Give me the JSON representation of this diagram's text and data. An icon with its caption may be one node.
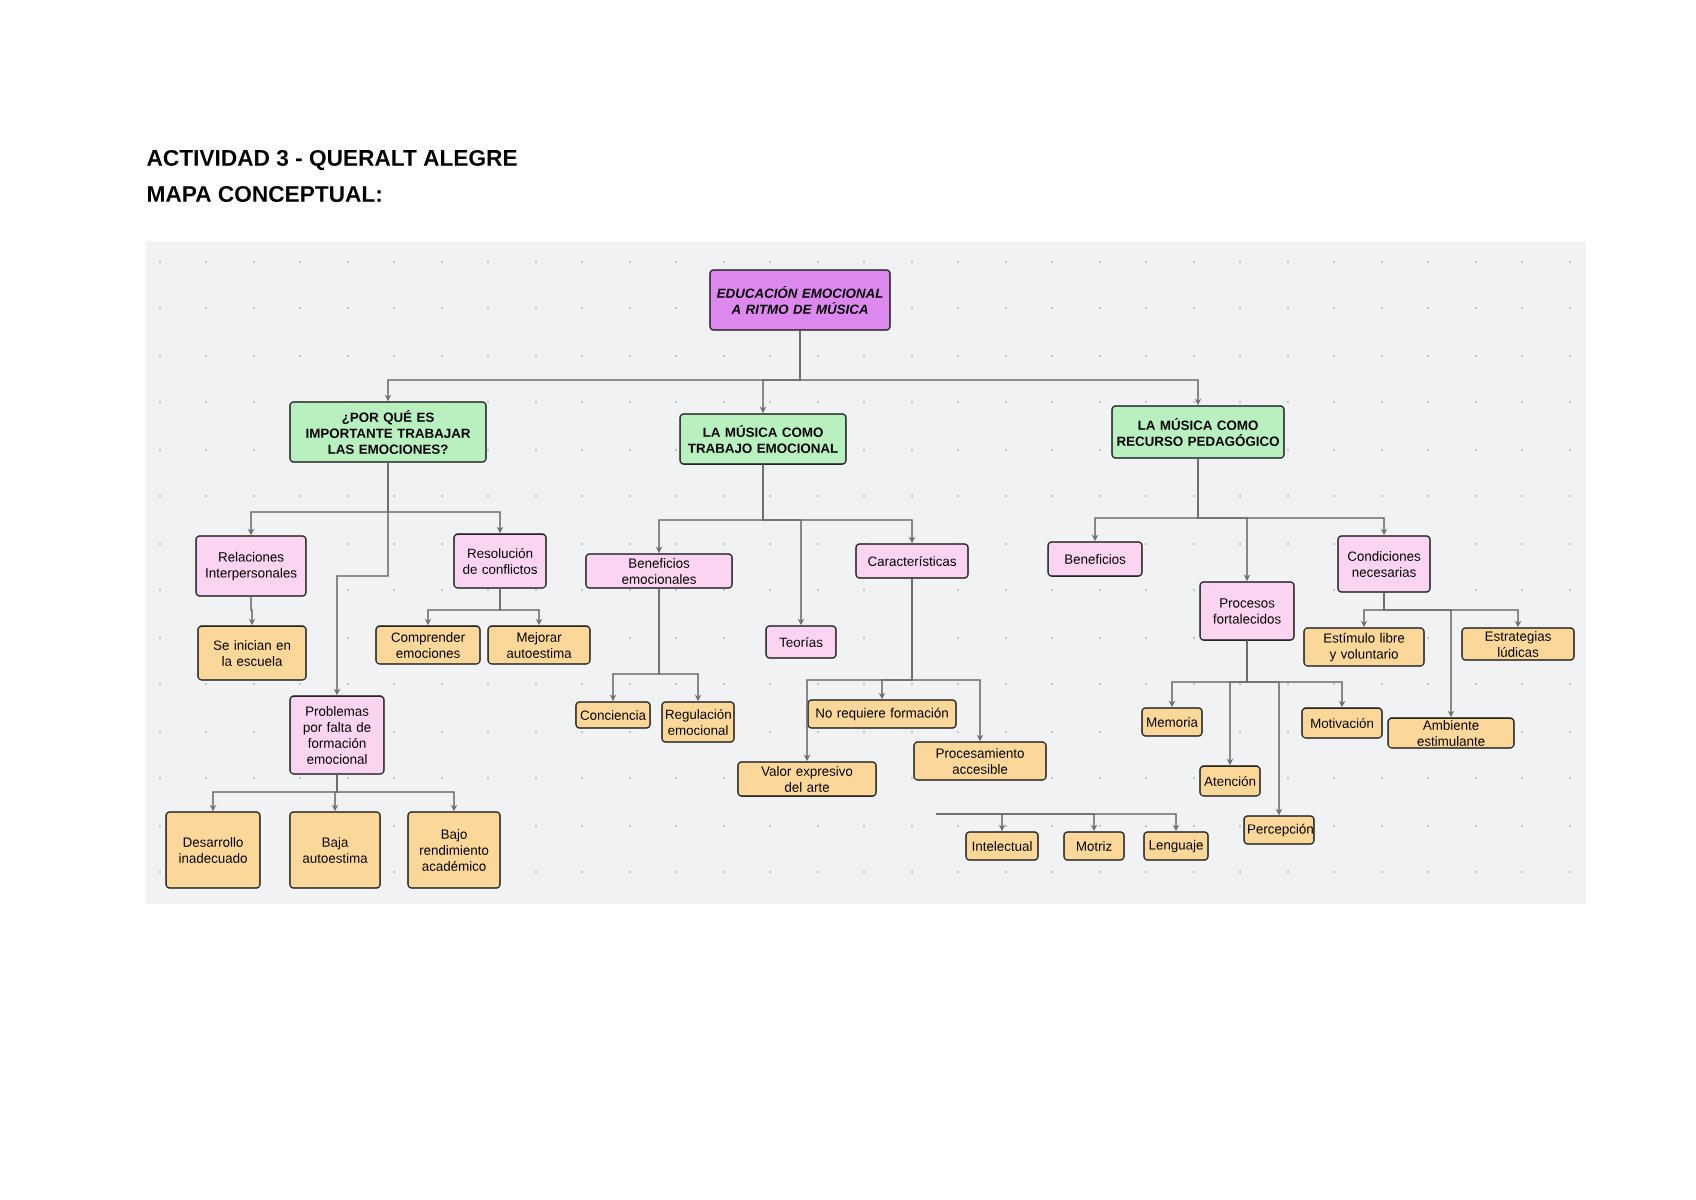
{
  "diagram": {
    "title": "ACTIVIDAD 3 - QUERALT ALEGRE",
    "labels": [
      "MAPA CONCEPTUAL:"
    ],
    "nodes": [
      {
        "text": [
          "EDUCACIÓN EMOCIONAL A RITMO DE MÚSICA"
        ]
      },
      {
        "text": [
          "¿POR QUÉ ES IMPORTANTE TRABAJAR LAS EMOCIONES?"
        ]
      },
      {
        "text": [
          "LA MÚSICA COMO TRABAJO EMOCIONAL"
        ]
      },
      {
        "text": [
          "LA MÚSICA COMO RECURSO PEDAGÓGICO"
        ]
      },
      {
        "text": [
          "Relaciones Interpersonales"
        ]
      },
      {
        "text": [
          "Resolución de conflictos"
        ]
      },
      {
        "text": [
          "Beneficios emocionales"
        ]
      },
      {
        "text": [
          "Características"
        ]
      },
      {
        "text": [
          "Beneficios"
        ]
      },
      {
        "text": [
          "Procesos fortalecidos"
        ]
      },
      {
        "text": [
          "Condiciones necesarias"
        ]
      },
      {
        "text": [
          "Se inician en la escuela"
        ]
      },
      {
        "text": [
          "Comprender emociones"
        ]
      },
      {
        "text": [
          "Mejorar autoestima"
        ]
      },
      {
        "text": [
          "Teorías"
        ]
      },
      {
        "text": [
          "Problemas por falta de formación emocional"
        ]
      },
      {
        "text": [
          "Conciencia"
        ]
      },
      {
        "text": [
          "Regulación emocional"
        ]
      },
      {
        "text": [
          "No requiere formación"
        ]
      },
      {
        "text": [
          "Valor expresivo del arte"
        ]
      },
      {
        "text": [
          "Procesamiento accesible"
        ]
      },
      {
        "text": [
          "Memoria"
        ]
      },
      {
        "text": [
          "Motivación"
        ]
      },
      {
        "text": [
          "Estímulo libre y voluntario"
        ]
      },
      {
        "text": [
          "Estrategias lúdicas"
        ]
      },
      {
        "text": [
          "Ambiente estimulante"
        ]
      },
      {
        "text": [
          "Atención"
        ]
      },
      {
        "text": [
          "Percepción"
        ]
      },
      {
        "text": [
          "Desarrollo inadecuado"
        ]
      },
      {
        "text": [
          "Baja autoestima"
        ]
      },
      {
        "text": [
          "Bajo rendimiento académico"
        ]
      },
      {
        "text": [
          "Intelectual"
        ]
      },
      {
        "text": [
          "Motriz"
        ]
      },
      {
        "text": [
          "Lenguaje"
        ]
      }
    ],
    "edges": [
      {
        "from": 0,
        "to": 1,
        "arrow": "to"
      },
      {
        "from": 0,
        "to": 2,
        "arrow": "to"
      },
      {
        "from": 0,
        "to": 3,
        "arrow": "to"
      },
      {
        "from": 1,
        "to": 4,
        "arrow": "to"
      },
      {
        "from": 1,
        "to": 5,
        "arrow": "to"
      },
      {
        "from": 1,
        "to": 15,
        "arrow": "to"
      },
      {
        "from": 2,
        "to": 6,
        "arrow": "to"
      },
      {
        "from": 2,
        "to": 14,
        "arrow": "to"
      },
      {
        "from": 2,
        "to": 7,
        "arrow": "to"
      },
      {
        "from": 3,
        "to": 8,
        "arrow": "to"
      },
      {
        "from": 3,
        "to": 9,
        "arrow": "to"
      },
      {
        "from": 3,
        "to": 10,
        "arrow": "to"
      },
      {
        "from": 4,
        "to": 11,
        "arrow": "to"
      },
      {
        "from": 5,
        "to": 12,
        "arrow": "to"
      },
      {
        "from": 5,
        "to": 13,
        "arrow": "to"
      },
      {
        "from": 6,
        "to": 16,
        "arrow": "to"
      },
      {
        "from": 6,
        "to": 17,
        "arrow": "to"
      },
      {
        "from": 7,
        "to": 18,
        "arrow": "to"
      },
      {
        "from": 7,
        "to": 19,
        "arrow": "to"
      },
      {
        "from": 7,
        "to": 20,
        "arrow": "to"
      },
      {
        "from": 9,
        "to": 21,
        "arrow": "to"
      },
      {
        "from": 9,
        "to": 26,
        "arrow": "to"
      },
      {
        "from": 9,
        "to": 27,
        "arrow": "to"
      },
      {
        "from": 9,
        "to": 22,
        "arrow": "to"
      },
      {
        "from": 10,
        "to": 23,
        "arrow": "to"
      },
      {
        "from": 10,
        "to": 25,
        "arrow": "to"
      },
      {
        "from": 10,
        "to": 24,
        "arrow": "to"
      },
      {
        "from": 15,
        "to": 28,
        "arrow": "to"
      },
      {
        "from": 15,
        "to": 29,
        "arrow": "to"
      },
      {
        "from": 15,
        "to": 30,
        "arrow": "to"
      },
      {
        "from": null,
        "to": 31,
        "arrow": "to"
      },
      {
        "from": null,
        "to": 32,
        "arrow": "to"
      },
      {
        "from": null,
        "to": 33,
        "arrow": "to"
      }
    ]
  }
}
